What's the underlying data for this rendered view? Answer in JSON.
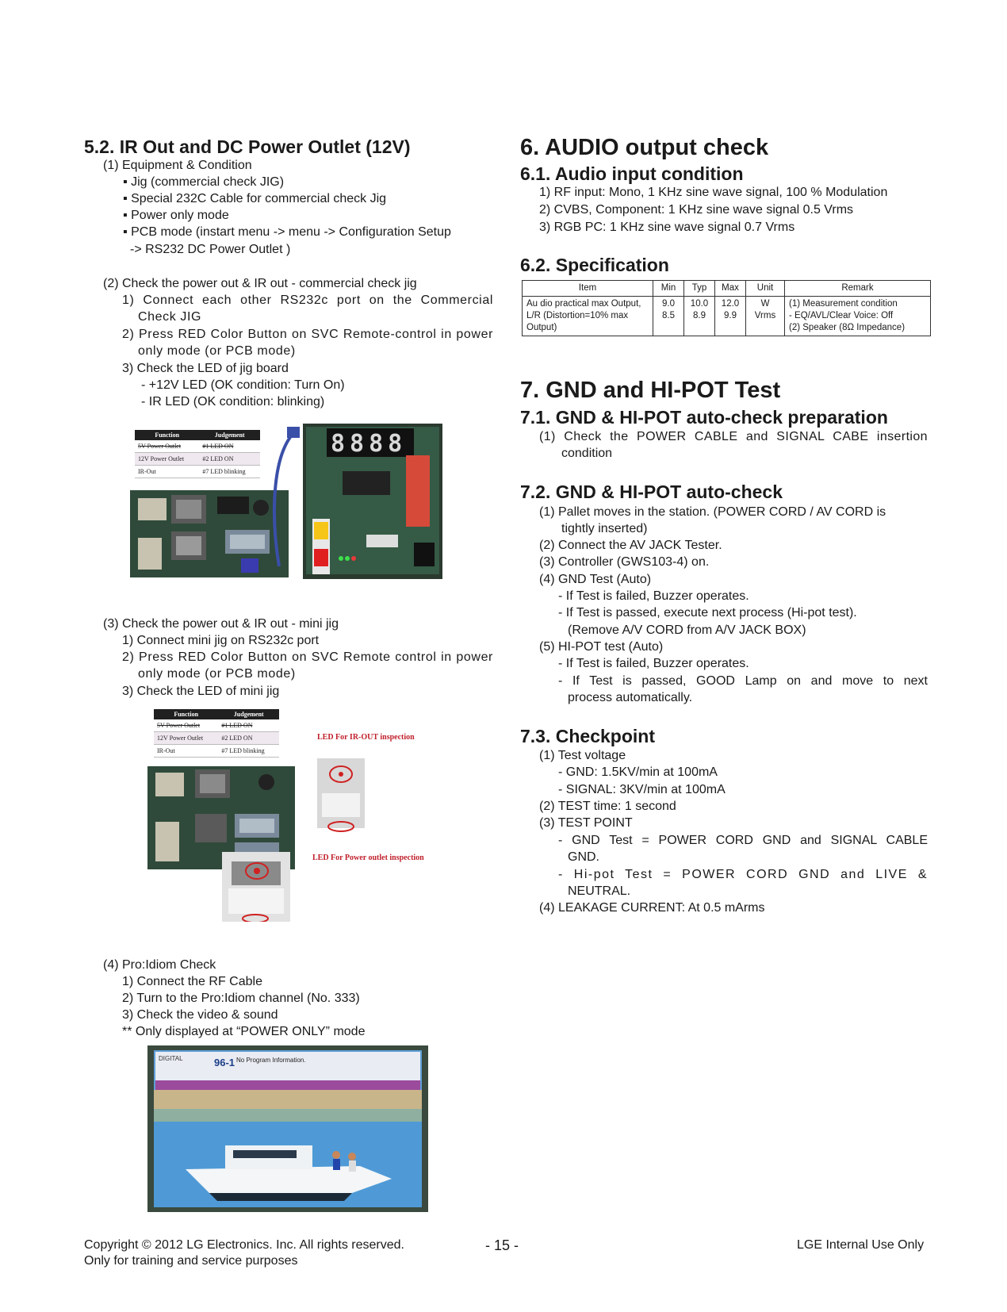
{
  "s52": {
    "title": "5.2. IR Out and DC Power Outlet (12V)",
    "eq_head": "(1) Equipment & Condition",
    "eq_items": [
      "▪ Jig (commercial check JIG)",
      "▪ Special 232C Cable for commercial check Jig",
      "▪ Power only mode",
      "▪ PCB mode (instart menu -> menu -> Configuration Setup",
      "-> RS232 DC Power Outlet )"
    ],
    "c2_head": "(2) Check the power out & IR out - commercial check jig",
    "c2_1": "1) Connect each other RS232c port on the Commercial Check JIG",
    "c2_2": "2) Press RED Color Button on SVC Remote-control in power only mode (or PCB mode)",
    "c2_3": "3) Check the LED of jig board",
    "c2_3a": "- +12V LED (OK condition: Turn On)",
    "c2_3b": "- IR LED (OK condition: blinking)",
    "jig_table": {
      "h1": "Function",
      "h2": "Judgement",
      "rows": [
        [
          "5V Power Outlet",
          "#1 LED ON"
        ],
        [
          "12V Power Outlet",
          "#2 LED ON"
        ],
        [
          "IR-Out",
          "#7 LED blinking"
        ]
      ]
    },
    "jig_digits": "8888",
    "c3_head": "(3) Check the power out & IR out - mini jig",
    "c3_1": "1) Connect mini jig on RS232c port",
    "c3_2": "2) Press RED Color Button on SVC Remote control in power only mode (or PCB mode)",
    "c3_3": "3) Check the LED of mini jig",
    "led_ir_label": "LED For IR-OUT inspection",
    "led_pw_label": "LED For Power outlet inspection",
    "c4_head": "(4) Pro:Idiom Check",
    "c4_1": "1) Connect the RF Cable",
    "c4_2": "2) Turn to the Pro:Idiom channel (No. 333)",
    "c4_3": "3) Check the video & sound",
    "c4_note": "** Only displayed at “POWER ONLY” mode",
    "tv": {
      "badge": "DIGITAL",
      "channel": "96-1",
      "info": "No Program Information."
    }
  },
  "s6": {
    "title": "6. AUDIO output check",
    "s61_title": "6.1. Audio input condition",
    "s61_items": [
      "1) RF input: Mono, 1 KHz sine wave signal, 100 % Modulation",
      "2) CVBS, Component: 1 KHz sine wave signal 0.5 Vrms",
      "3) RGB PC: 1 KHz sine wave signal 0.7 Vrms"
    ],
    "s62_title": "6.2. Specification",
    "table": {
      "headers": [
        "Item",
        "Min",
        "Typ",
        "Max",
        "Unit",
        "Remark"
      ],
      "item_l1": "Au dio practical max Output,",
      "item_l2": "L/R (Distortion=10% max",
      "item_l3": "Output)",
      "min": [
        "9.0",
        "8.5"
      ],
      "typ": [
        "10.0",
        "8.9"
      ],
      "max": [
        "12.0",
        "9.9"
      ],
      "unit": [
        "W",
        "Vrms"
      ],
      "remark": [
        "(1) Measurement condition",
        "- EQ/AVL/Clear Voice: Off",
        "(2) Speaker (8Ω Impedance)"
      ]
    }
  },
  "s7": {
    "title": "7. GND and HI-POT Test",
    "s71_title": "7.1. GND & HI-POT auto-check preparation",
    "s71_1": "(1) Check the POWER CABLE and SIGNAL CABE insertion",
    "s71_1b": "condition",
    "s72_title": "7.2. GND & HI-POT auto-check",
    "s72_1": "(1) Pallet moves in the station. (POWER CORD / AV CORD is",
    "s72_1b": "tightly inserted)",
    "s72_2": "(2) Connect the AV JACK Tester.",
    "s72_3": "(3) Controller (GWS103-4) on.",
    "s72_4": "(4) GND Test (Auto)",
    "s72_4a": "- If Test is failed, Buzzer operates.",
    "s72_4b": "- If Test is passed, execute next process (Hi-pot test).",
    "s72_4c": "(Remove A/V CORD from A/V JACK BOX)",
    "s72_5": "(5) HI-POT test (Auto)",
    "s72_5a": "- If Test is failed, Buzzer operates.",
    "s72_5b": "- If Test is passed, GOOD Lamp on and move to next",
    "s72_5c": "process automatically.",
    "s73_title": "7.3. Checkpoint",
    "s73_1": "(1) Test voltage",
    "s73_1a": "- GND: 1.5KV/min at 100mA",
    "s73_1b": "- SIGNAL: 3KV/min at 100mA",
    "s73_2": "(2) TEST time: 1 second",
    "s73_3": "(3) TEST POINT",
    "s73_3a": "- GND Test = POWER CORD GND and SIGNAL CABLE",
    "s73_3a2": "GND.",
    "s73_3b": "- Hi-pot Test = POWER CORD GND and LIVE &",
    "s73_3b2": "NEUTRAL.",
    "s73_4": "(4) LEAKAGE CURRENT: At 0.5 mArms"
  },
  "footer": {
    "copyright": "Copyright © 2012 LG Electronics. Inc. All rights reserved.",
    "training": "Only for training and service purposes",
    "page": "- 15 -",
    "internal": "LGE Internal Use Only"
  }
}
